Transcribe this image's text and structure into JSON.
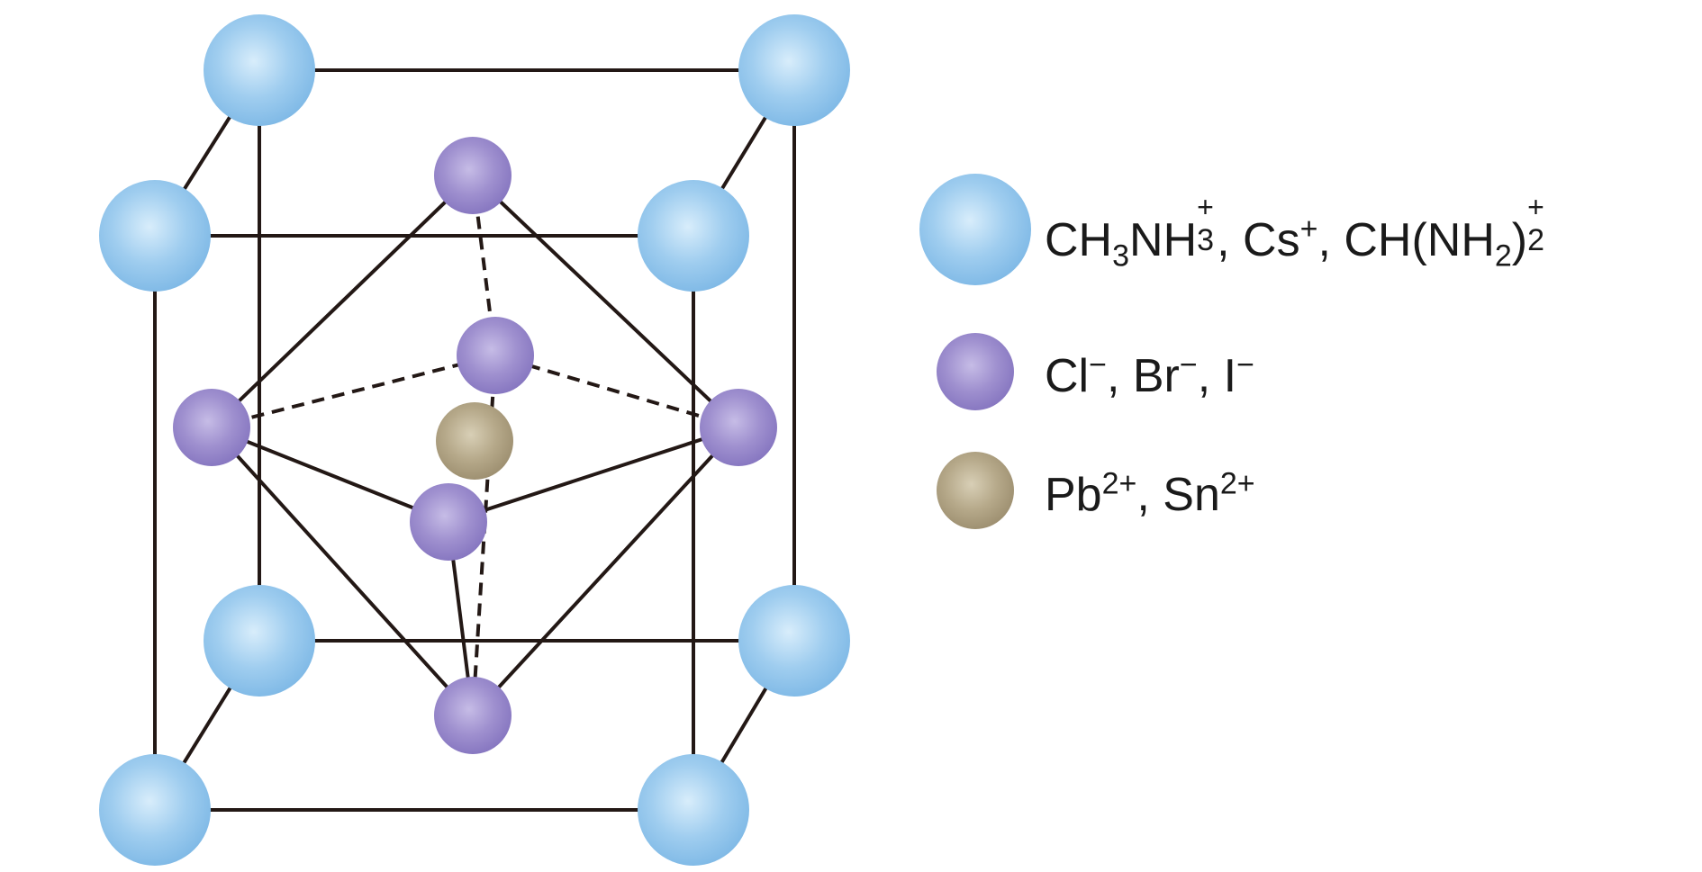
{
  "colors": {
    "a_site": "#8cc3ec",
    "x_site": "#9a8acb",
    "b_site": "#b3a688",
    "bond": "#231815"
  },
  "legend": {
    "a_site": {
      "part1": "CH",
      "part1_sub": "3",
      "part2": "NH",
      "part2_sup": "+",
      "part2_sub": "3",
      "part3": ", Cs",
      "part3_sup": "+",
      "part4": ", CH(NH",
      "part4_sub": "2",
      "part5": ")",
      "part5_sup": "+",
      "part5_sub": "2"
    },
    "x_site": {
      "part1": "Cl",
      "part1_sup": "−",
      "part2": ", Br",
      "part2_sup": "−",
      "part3": ", I",
      "part3_sup": "−"
    },
    "b_site": {
      "part1": "Pb",
      "part1_sup": "2+",
      "part2": ", Sn",
      "part2_sup": "2+"
    }
  }
}
